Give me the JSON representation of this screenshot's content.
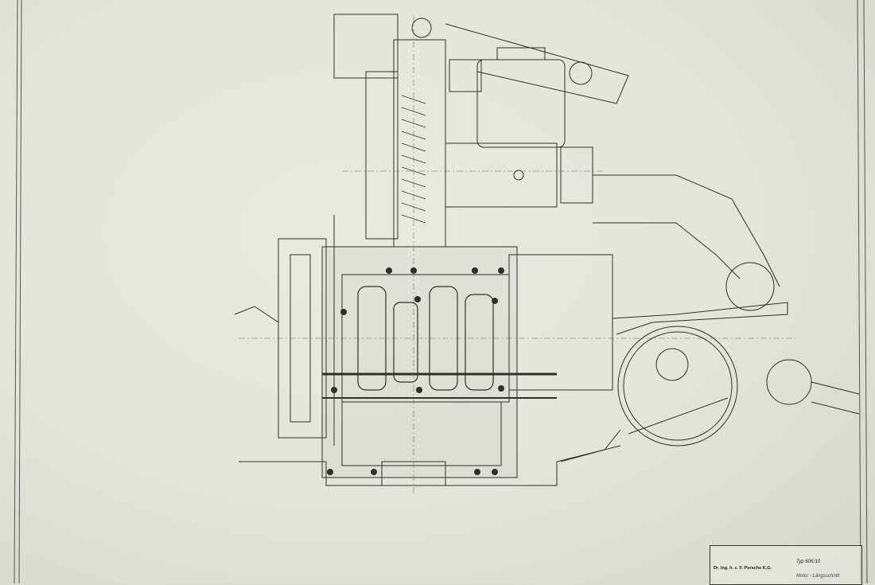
{
  "title_block": {
    "maker": "Dr. Ing. h. c. F. Porsche K.G.",
    "type": "Typ 60K/10",
    "drawing_title": "Motor - Längsschnitt"
  },
  "colors": {
    "paper": "#e3e6da",
    "ink": "#2e302c"
  }
}
